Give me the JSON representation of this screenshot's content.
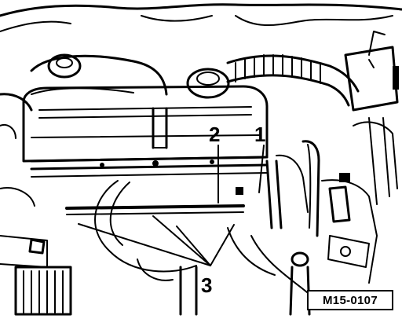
{
  "figure": {
    "callouts": [
      {
        "id": "1",
        "label": "1"
      },
      {
        "id": "2",
        "label": "2"
      },
      {
        "id": "3",
        "label": "3"
      }
    ],
    "reference_code": "M15-0107"
  },
  "colors": {
    "ink": "#000000",
    "paper": "#ffffff"
  }
}
